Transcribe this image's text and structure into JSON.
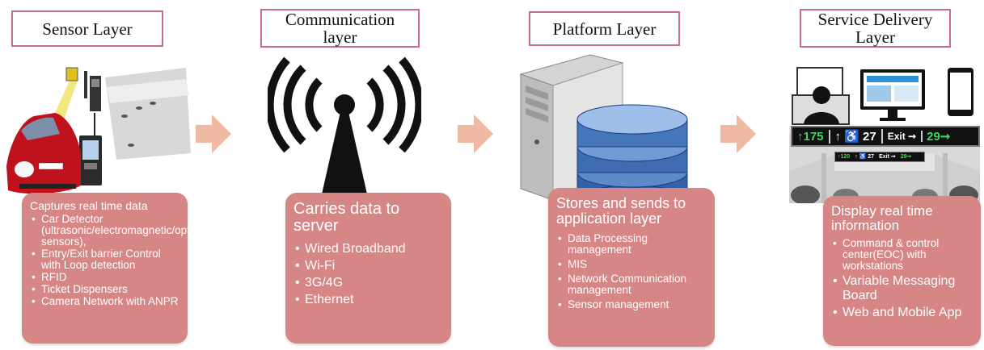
{
  "colors": {
    "panel": "#d58685",
    "title_border": "#c86d85",
    "arrow": "#f0b9a1"
  },
  "layers": [
    {
      "title": "Sensor Layer",
      "heading": "Captures real time data",
      "items": [
        "Car Detector (ultrasonic/electromagnetic/optic sensors),",
        "Entry/Exit barrier Control with Loop detection",
        "RFID",
        "Ticket Dispensers",
        "Camera Network with ANPR"
      ]
    },
    {
      "title": "Communication layer",
      "heading": "Carries data to server",
      "items": [
        "Wired Broadband",
        "Wi-Fi",
        "3G/4G",
        "Ethernet"
      ]
    },
    {
      "title": "Platform Layer",
      "heading": "Stores and sends to application layer",
      "items": [
        "Data Processing management",
        "MIS",
        "Network Communication management",
        "Sensor management"
      ]
    },
    {
      "title": "Service Delivery Layer",
      "heading": "Display real time information",
      "items": [
        "Command & control center(EOC) with workstations",
        "Variable Messaging Board",
        "Web and Mobile App"
      ]
    }
  ],
  "vms_sign": {
    "count_left": "↑175",
    "accessible": "↑ ♿ 27",
    "exit": "Exit ➞",
    "count_right": "29➞"
  },
  "vms_sign_small": {
    "count_left": "↑120",
    "accessible": "↑ ♿ 27",
    "exit": "Exit ➞",
    "count_right": "29➞"
  }
}
